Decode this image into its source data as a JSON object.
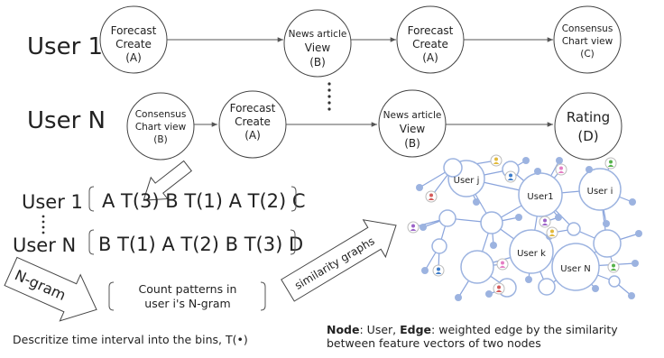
{
  "rows": {
    "user1": "User 1",
    "userN": "User N"
  },
  "nodes_row1": [
    {
      "l1": "Forecast",
      "l2": "Create",
      "l3": "(A)"
    },
    {
      "l1": "News article",
      "l2": "View",
      "l3": "(B)"
    },
    {
      "l1": "Forecast",
      "l2": "Create",
      "l3": "(A)"
    },
    {
      "l1": "Consensus",
      "l2": "Chart view",
      "l3": "(C)"
    }
  ],
  "nodes_rowN": [
    {
      "l1": "Consensus",
      "l2": "Chart view",
      "l3": "(B)"
    },
    {
      "l1": "Forecast",
      "l2": "Create",
      "l3": "(A)"
    },
    {
      "l1": "News article",
      "l2": "View",
      "l3": "(B)"
    },
    {
      "l1": "Rating",
      "l2": "(D)"
    }
  ],
  "sequences": {
    "user1_label": "User 1",
    "user1_seq": "A T(3) B T(1) A T(2) C",
    "userN_label": "User N",
    "userN_seq": "B T(1) A T(2) B T(3) D"
  },
  "ngram_arrow_label": "N-gram",
  "count_box": {
    "line1": "Count patterns in",
    "line2": "user i's N-gram"
  },
  "similarity_arrow_label": "similarity graphs",
  "discretize_note": "Descritize time interval into the bins, T(•)",
  "graph": {
    "labels": {
      "user_j": "User j",
      "user1": "User1",
      "user_i": "User i",
      "user_k": "User k",
      "user_n": "User N"
    }
  },
  "legend": {
    "node_bold": "Node",
    "node_text": ": User, ",
    "edge_bold": "Edge",
    "edge_text": ": weighted edge by the similarity",
    "line2": "between feature vectors of two nodes"
  },
  "colors": {
    "graph_edge": "#8aa4dc",
    "graph_node_stroke": "#9cb3e0",
    "person_icons": [
      "#e2b93b",
      "#3e7cc9",
      "#e57ec4",
      "#56b24a",
      "#d55b5b",
      "#9c63c8"
    ]
  }
}
